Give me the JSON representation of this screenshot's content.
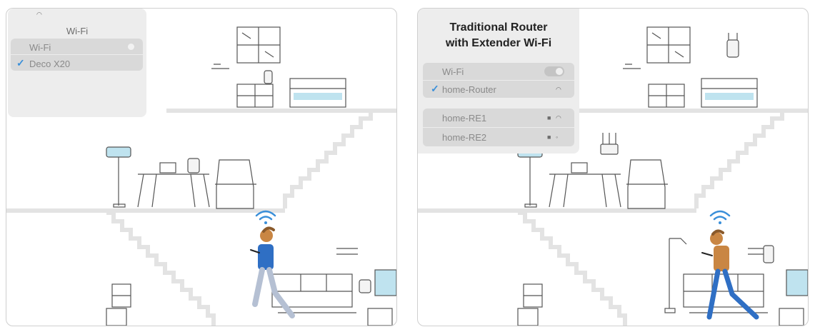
{
  "left": {
    "menu_title": "Wi-Fi",
    "wifi_label": "Wi-Fi",
    "selected_network": "Deco X20"
  },
  "right": {
    "heading_line1": "Traditional Router",
    "heading_line2": "with Extender Wi-Fi",
    "wifi_label": "Wi-Fi",
    "networks": [
      "home-Router",
      "home-RE1",
      "home-RE2"
    ]
  },
  "colors": {
    "accent": "#3a8fd9",
    "light_blue": "#bfe3ef",
    "person_blue": "#2f6fc4",
    "person_orange": "#c98643",
    "line": "#555555"
  },
  "icons": [
    "wifi-icon",
    "lock-icon",
    "check-icon"
  ]
}
